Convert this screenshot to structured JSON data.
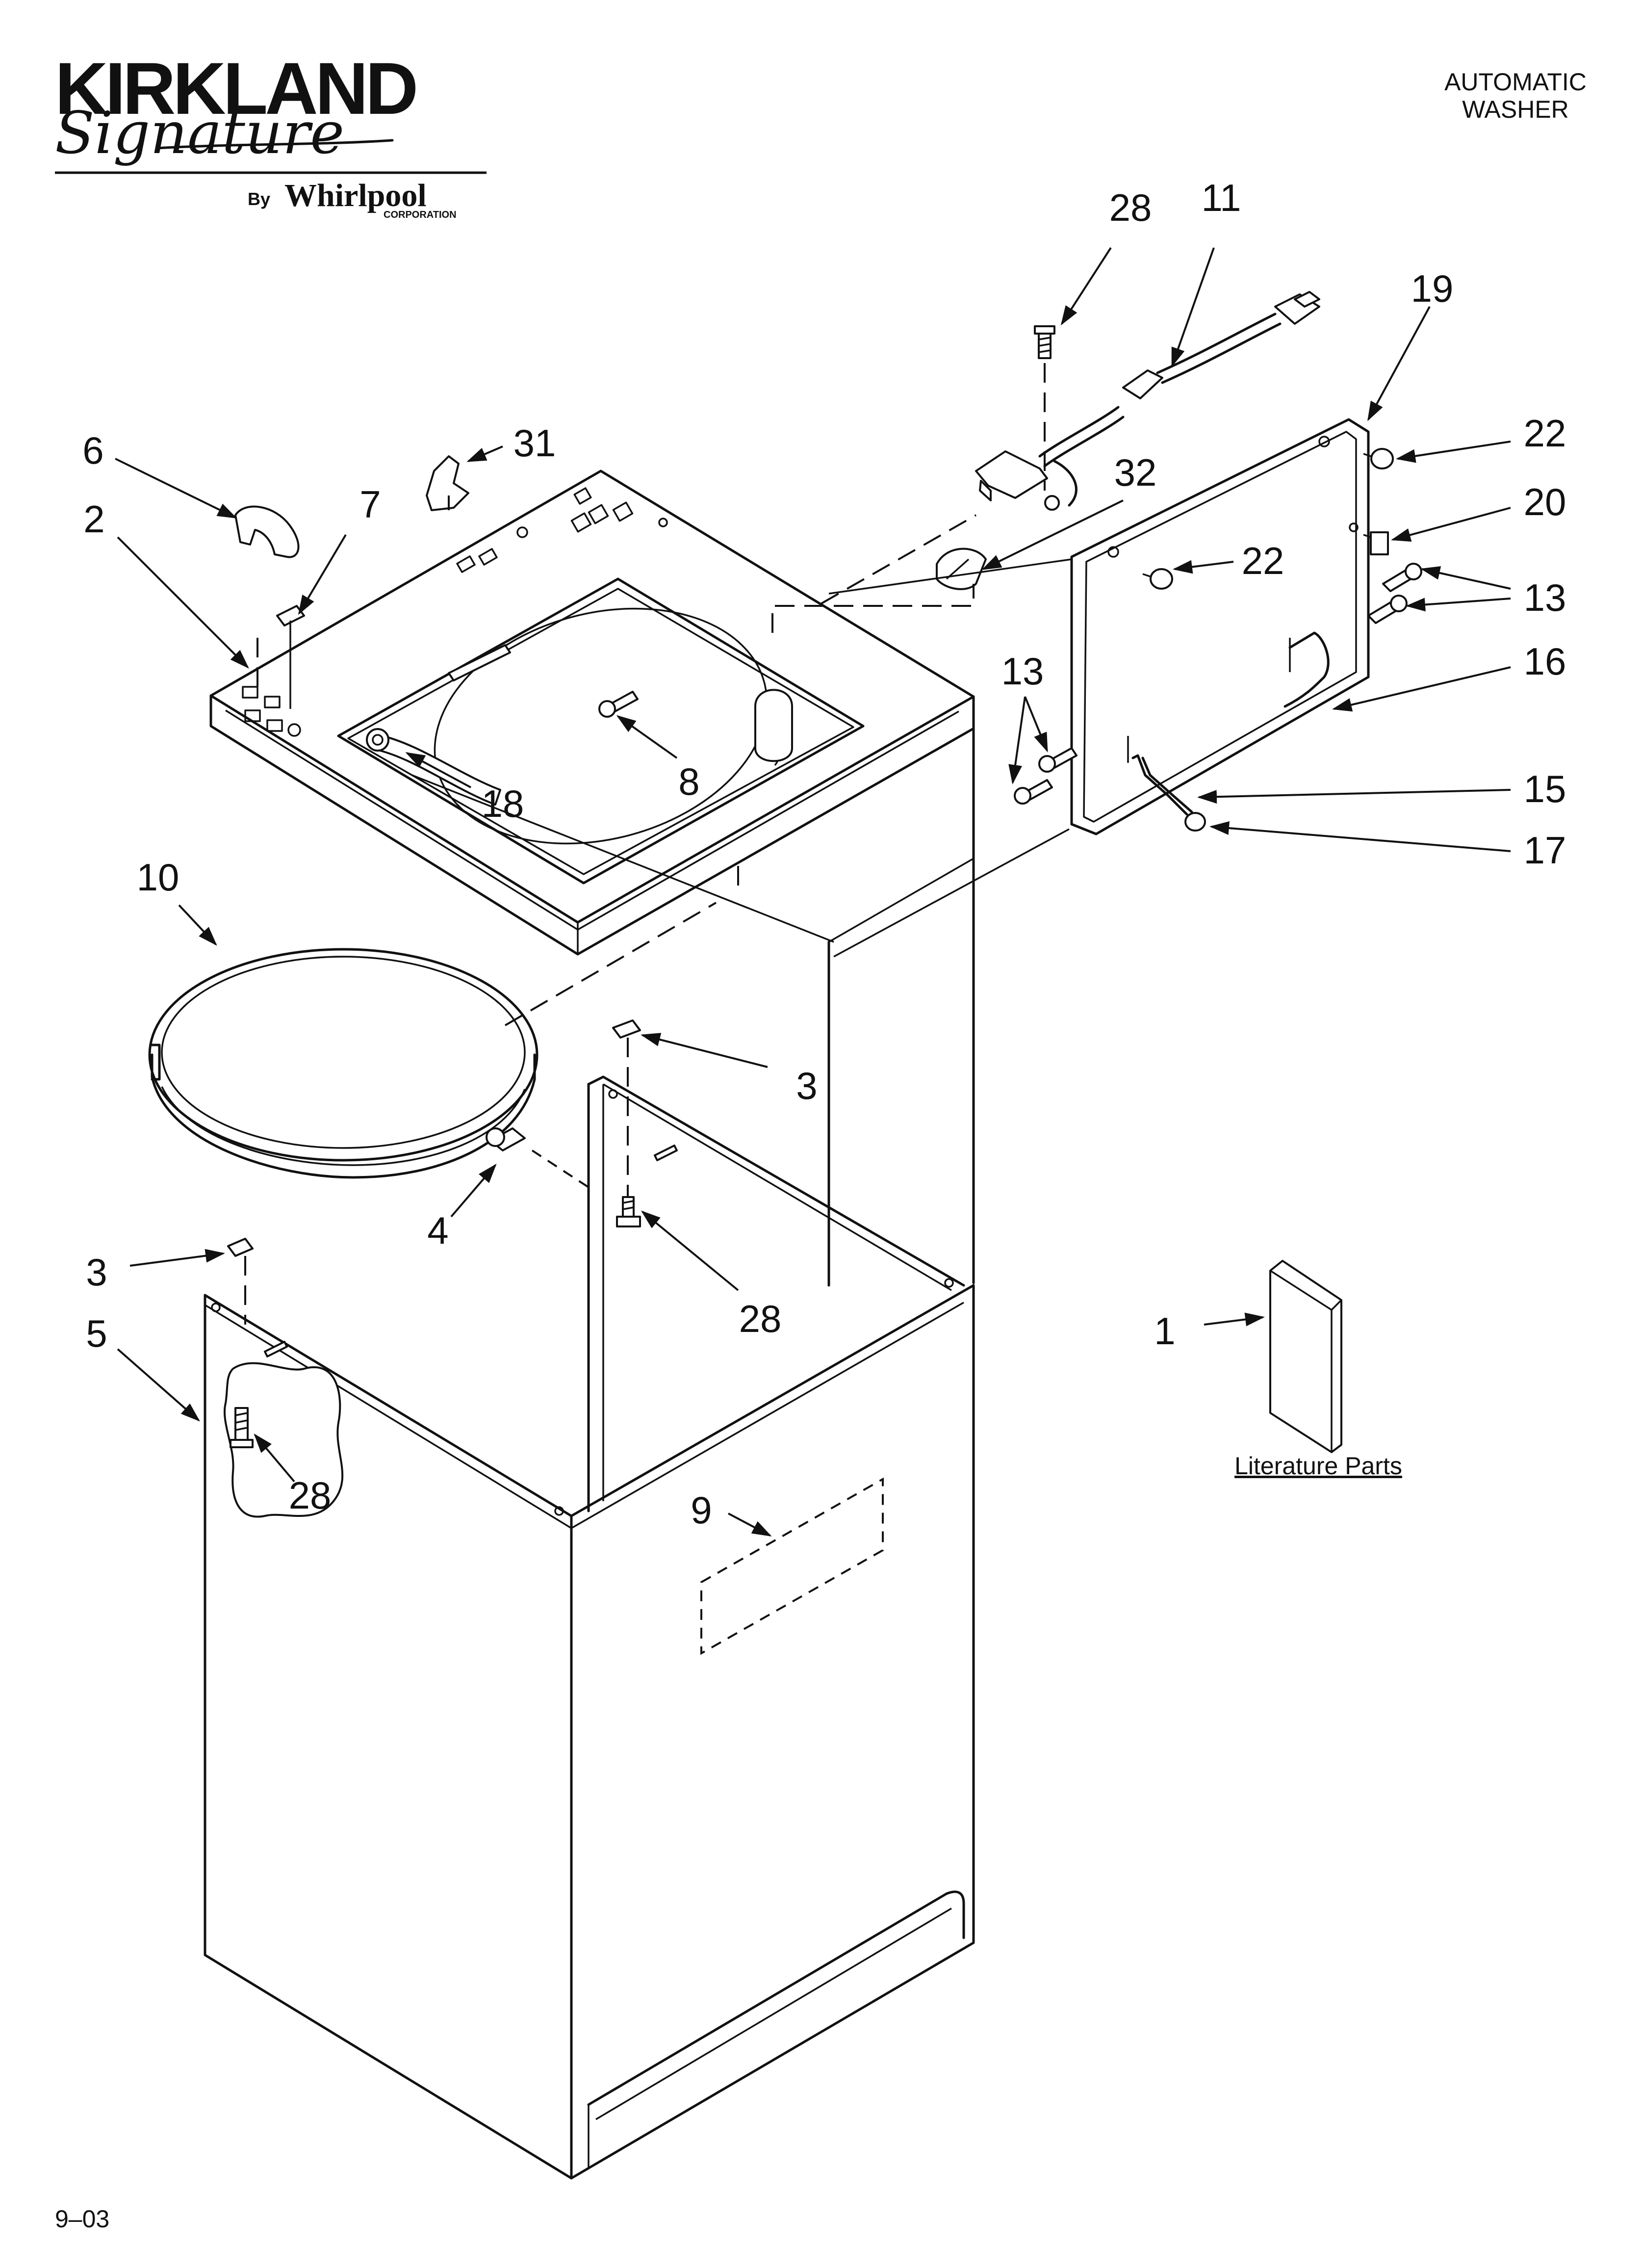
{
  "header": {
    "brand_name": "KIRKLAND",
    "brand_script": "Signature",
    "by_text": "By",
    "maker_name": "Whirlpool",
    "maker_suffix": "CORPORATION",
    "product_line1": "AUTOMATIC",
    "product_line2": "WASHER"
  },
  "literature_label": "Literature Parts",
  "footer_date": "9–03",
  "callouts": [
    {
      "id": "c-28-top",
      "text": "28"
    },
    {
      "id": "c-11",
      "text": "11"
    },
    {
      "id": "c-19",
      "text": "19"
    },
    {
      "id": "c-6",
      "text": "6"
    },
    {
      "id": "c-31",
      "text": "31"
    },
    {
      "id": "c-7",
      "text": "7"
    },
    {
      "id": "c-2",
      "text": "2"
    },
    {
      "id": "c-32",
      "text": "32"
    },
    {
      "id": "c-22-right",
      "text": "22"
    },
    {
      "id": "c-20",
      "text": "20"
    },
    {
      "id": "c-22-inner",
      "text": "22"
    },
    {
      "id": "c-13-right",
      "text": "13"
    },
    {
      "id": "c-13-left",
      "text": "13"
    },
    {
      "id": "c-16",
      "text": "16"
    },
    {
      "id": "c-15",
      "text": "15"
    },
    {
      "id": "c-17",
      "text": "17"
    },
    {
      "id": "c-8",
      "text": "8"
    },
    {
      "id": "c-18",
      "text": "18"
    },
    {
      "id": "c-10",
      "text": "10"
    },
    {
      "id": "c-3-center",
      "text": "3"
    },
    {
      "id": "c-4",
      "text": "4"
    },
    {
      "id": "c-28-center",
      "text": "28"
    },
    {
      "id": "c-3-left",
      "text": "3"
    },
    {
      "id": "c-5",
      "text": "5"
    },
    {
      "id": "c-1",
      "text": "1"
    },
    {
      "id": "c-28-cabinet",
      "text": "28"
    },
    {
      "id": "c-9",
      "text": "9"
    }
  ]
}
